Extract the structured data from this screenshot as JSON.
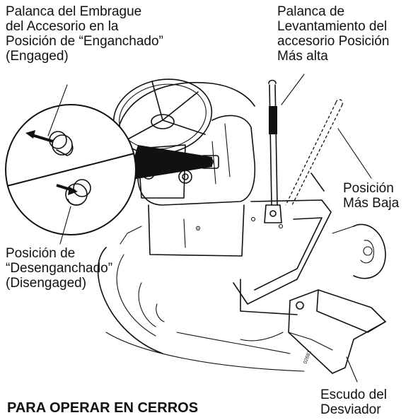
{
  "labels": {
    "clutch_lever": [
      "Palanca del Embrague",
      "del Accesorio en la",
      "Posición de “Enganchado”",
      "(Engaged)"
    ],
    "lift_lever": [
      "Palanca de",
      "Levantamiento del",
      "accesorio Posición",
      "Más alta"
    ],
    "lowest_position": [
      "Posición",
      "Más Baja"
    ],
    "disengaged": [
      "Posición de",
      "“Desenganchado”",
      "(Disengaged)"
    ],
    "deflector_shield": [
      "Escudo del",
      "Desviador"
    ]
  },
  "part_number": "02681",
  "heading": "PARA OPERAR EN CERROS"
}
